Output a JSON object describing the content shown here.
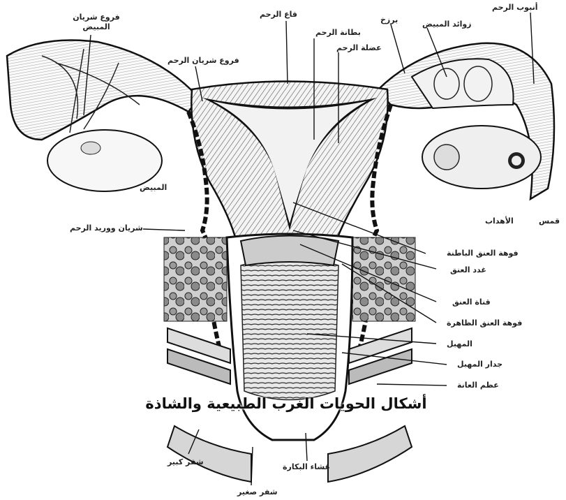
{
  "labels": {
    "ovarian_artery_branches": "فروع شريان المبيض",
    "fundus": "قاع الرحم",
    "endometrium": "بطانة الرحم",
    "myometrium": "عضلة الرحم",
    "isthmus": "برزخ",
    "fallopian_tube": "أنبوب الرحم",
    "ovarian_appendages": "زوائد المبيض",
    "uterine_artery_branches": "فروع شريان الرحم",
    "ovary": "المبيض",
    "fimbriae": "الأهداب",
    "fringe": "قمس",
    "uterine_vessels": "شريان ووريد الرحم",
    "internal_os": "فوهة العنق الباطنة",
    "cervical_glands": "غدد العنق",
    "cervical_canal": "قناة العنق",
    "external_os": "فوهة العنق الظاهرة",
    "vagina": "المهبل",
    "vaginal_wall": "جدار المهبل",
    "pubic_bone": "عظم العانة",
    "hymen": "غشاء البكارة",
    "labia_majora": "شفر كبير",
    "labia_minora": "شفر صغير"
  },
  "watermark": "أشكال الحويات الغرب الطبيعية والشاذة"
}
